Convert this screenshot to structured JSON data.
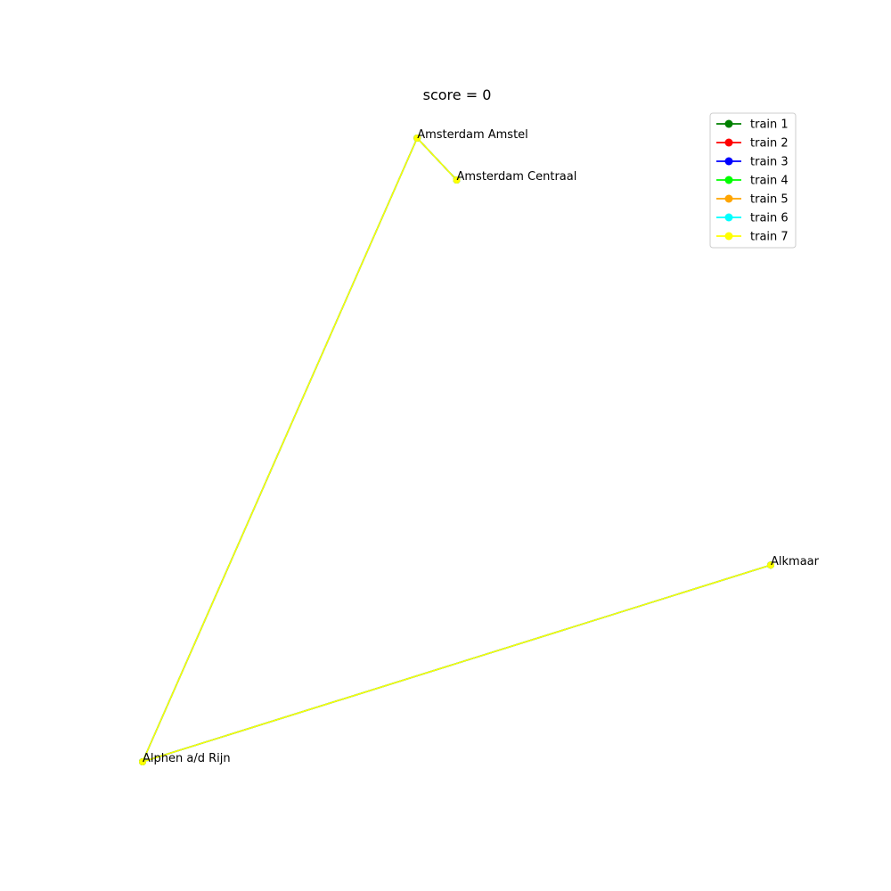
{
  "chart_data": {
    "type": "line",
    "title": "score = 0",
    "stations": [
      {
        "name": "Amsterdam Amstel",
        "x": 0.666,
        "y": 0.85
      },
      {
        "name": "Amsterdam Centraal",
        "x": 0.71,
        "y": 0.8
      },
      {
        "name": "Alkmaar",
        "x": 1.06,
        "y": 0.34
      },
      {
        "name": "Alphen a/d Rijn",
        "x": 0.36,
        "y": 0.105
      }
    ],
    "series": [
      {
        "name": "train 1",
        "color": "#008000",
        "route": [
          "Amsterdam Centraal",
          "Amsterdam Amstel",
          "Alphen a/d Rijn",
          "Alkmaar"
        ]
      },
      {
        "name": "train 2",
        "color": "#ff0000",
        "route": [
          "Amsterdam Centraal",
          "Amsterdam Amstel",
          "Alphen a/d Rijn",
          "Alkmaar"
        ]
      },
      {
        "name": "train 3",
        "color": "#0000ff",
        "route": [
          "Amsterdam Centraal",
          "Amsterdam Amstel",
          "Alphen a/d Rijn",
          "Alkmaar"
        ]
      },
      {
        "name": "train 4",
        "color": "#00ff00",
        "route": [
          "Amsterdam Centraal",
          "Amsterdam Amstel",
          "Alphen a/d Rijn",
          "Alkmaar"
        ]
      },
      {
        "name": "train 5",
        "color": "#ffa500",
        "route": [
          "Amsterdam Centraal",
          "Amsterdam Amstel",
          "Alphen a/d Rijn",
          "Alkmaar"
        ]
      },
      {
        "name": "train 6",
        "color": "#00ffff",
        "route": [
          "Amsterdam Centraal",
          "Amsterdam Amstel",
          "Alphen a/d Rijn",
          "Alkmaar"
        ]
      },
      {
        "name": "train 7",
        "color": "#ffff00",
        "route": [
          "Amsterdam Centraal",
          "Amsterdam Amstel",
          "Alphen a/d Rijn",
          "Alkmaar"
        ]
      }
    ],
    "xlim": [
      0.36,
      1.06
    ],
    "ylim": [
      0.105,
      0.85
    ],
    "axes_visible": false,
    "grid": false,
    "legend_position": "top-right"
  }
}
